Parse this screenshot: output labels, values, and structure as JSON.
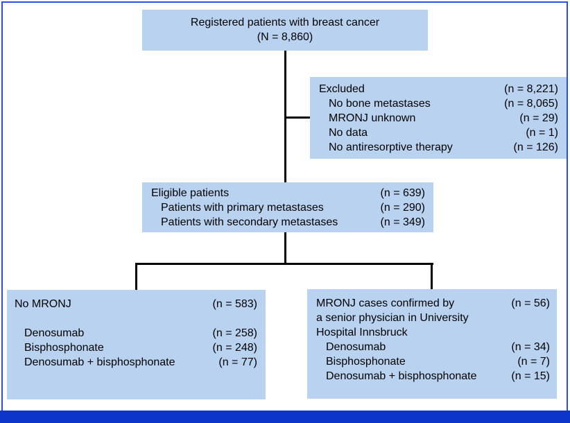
{
  "figure": {
    "colors": {
      "box_fill": "#b9d2f0",
      "connector_line": "#000000",
      "page_border": "#2b4ce6",
      "footer_bar": "#0c35c9"
    },
    "boxes": {
      "registered": {
        "title": "Registered patients with breast cancer",
        "count": "(N = 8,860)"
      },
      "excluded": {
        "rows": [
          {
            "label": "Excluded",
            "value": "(n = 8,221)"
          },
          {
            "label": "No bone metastases",
            "value": "(n = 8,065)"
          },
          {
            "label": "MRONJ unknown",
            "value": "(n = 29)"
          },
          {
            "label": "No data",
            "value": "(n = 1)"
          },
          {
            "label": "No antiresorptive therapy",
            "value": "(n = 126)"
          }
        ]
      },
      "eligible": {
        "rows": [
          {
            "label": "Eligible patients",
            "value": "(n = 639)"
          },
          {
            "label": "Patients with primary metastases",
            "value": "(n = 290)"
          },
          {
            "label": "Patients with secondary metastases",
            "value": "(n = 349)"
          }
        ]
      },
      "no_mronj": {
        "rows": [
          {
            "label": "No MRONJ",
            "value": "(n = 583)"
          },
          {
            "label": "Denosumab",
            "value": "(n = 258)"
          },
          {
            "label": "Bisphosphonate",
            "value": "(n = 248)"
          },
          {
            "label": "Denosumab + bisphosphonate",
            "value": "(n = 77)"
          }
        ]
      },
      "mronj": {
        "rows": [
          {
            "label": "MRONJ cases confirmed by",
            "value": "(n = 56)"
          },
          {
            "label": "a senior physician in University",
            "value": ""
          },
          {
            "label": "Hospital Innsbruck",
            "value": ""
          },
          {
            "label": "Denosumab",
            "value": "(n = 34)"
          },
          {
            "label": "Bisphosphonate",
            "value": "(n = 7)"
          },
          {
            "label": "Denosumab + bisphosphonate",
            "value": "(n = 15)"
          }
        ]
      }
    }
  }
}
